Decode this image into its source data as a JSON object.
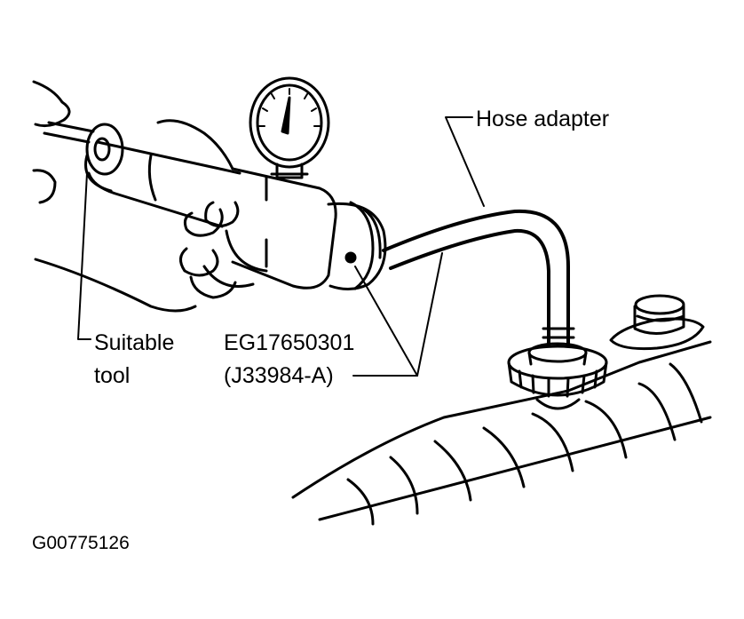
{
  "labels": {
    "hose_adapter": "Hose adapter",
    "suitable_tool_line1": "Suitable",
    "suitable_tool_line2": "tool",
    "tool_number": "EG17650301",
    "tool_number_alt": "(J33984-A)"
  },
  "figure_id": "G00775126"
}
